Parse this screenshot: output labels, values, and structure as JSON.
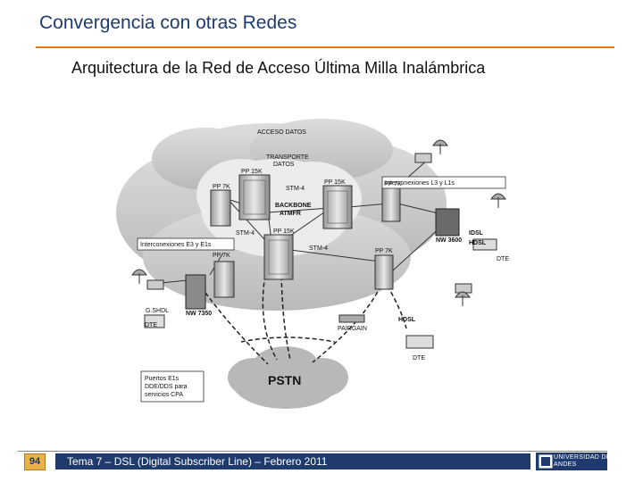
{
  "header": {
    "title": "Convergencia con otras Redes",
    "subtitle": "Arquitectura de la Red de Acceso Última Milla Inalámbrica"
  },
  "diagram": {
    "labels": {
      "acceso": "ACCESO DATOS",
      "transporte1": "TRANSPORTE",
      "transporte2": "DATOS",
      "pp15k_a": "PP 15K",
      "pp15k_b": "PP 15K",
      "pp15k_c": "PP 15K",
      "pp7k_a": "PP 7K",
      "pp7k_b": "PP 7K",
      "pp7k_c": "PP 7K",
      "pp7k_d": "PP 7K",
      "stm4_a": "STM-4",
      "stm4_b": "STM-4",
      "stm4_c": "STM-4",
      "backbone1": "BACKBONE",
      "backbone2": "ATMFR",
      "inter_l3": "Interconexiones L3 y L1s",
      "inter_e3": "Interconexiones E3 y E1s",
      "idsl": "IDSL",
      "hdsl_a": "HDSL",
      "nw3600": "NW 3600",
      "dte_a": "DTE",
      "dte_b": "DTE",
      "dte_c": "DTE",
      "gshdsl": "G.SHDL",
      "nw7350": "NW 7350",
      "hdsl_b": "HDSL",
      "paircain": "PAIRGAIN",
      "pstn": "PSTN",
      "puertos1": "Puertos E1s",
      "puertos2": "DDE/DDS para",
      "puertos3": "servicios CPA"
    }
  },
  "footer": {
    "page_number": "94",
    "text": "Tema 7 – DSL (Digital Subscriber Line) – Febrero 2011",
    "logo": "UNIVERSIDAD DE LOS ANDES"
  },
  "colors": {
    "title": "#1f3b6e",
    "accent": "#e07b10",
    "footer_bar": "#1f3b6e",
    "page_box": "#e9b24a"
  }
}
